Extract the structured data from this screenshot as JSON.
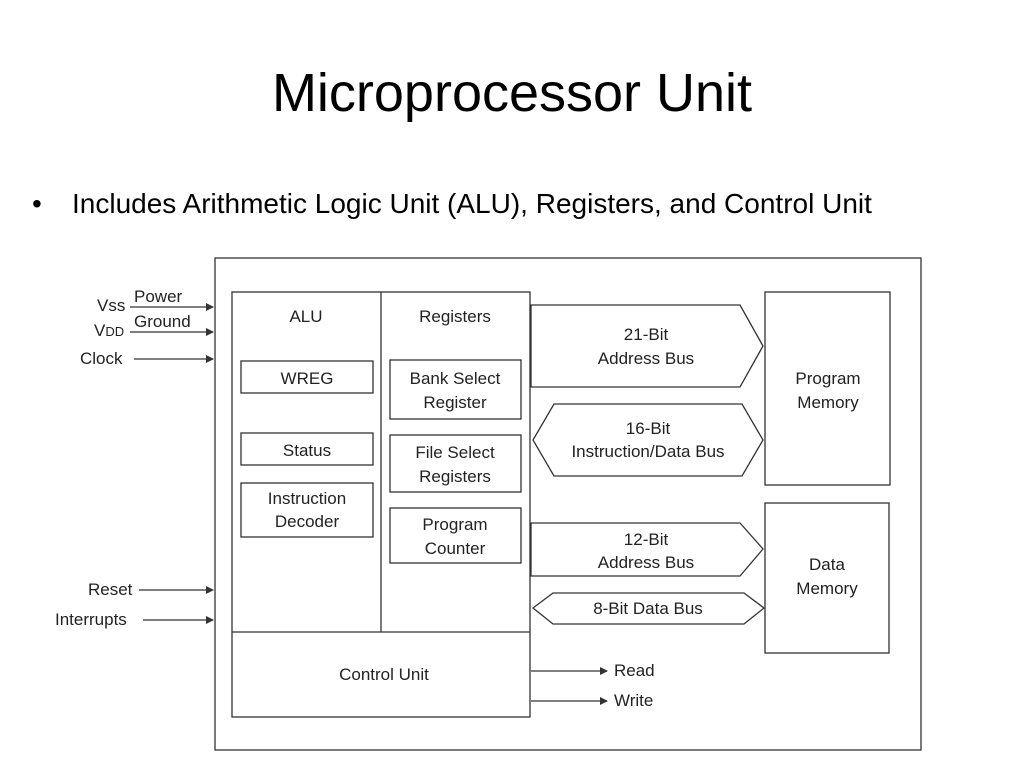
{
  "slide": {
    "title": "Microprocessor Unit",
    "bullet": "Includes Arithmetic Logic Unit (ALU), Registers, and Control Unit"
  },
  "diagram": {
    "inputs": {
      "vss": "Vss",
      "vdd_prefix": "V",
      "vdd_sub": "DD",
      "power": "Power",
      "ground": "Ground",
      "clock": "Clock",
      "reset": "Reset",
      "interrupts": "Interrupts"
    },
    "alu": {
      "label": "ALU",
      "wreg": "WREG",
      "status": "Status",
      "decoder_line1": "Instruction",
      "decoder_line2": "Decoder"
    },
    "registers": {
      "label": "Registers",
      "bank_line1": "Bank Select",
      "bank_line2": "Register",
      "file_line1": "File Select",
      "file_line2": "Registers",
      "pc_line1": "Program",
      "pc_line2": "Counter"
    },
    "control_unit": "Control Unit",
    "outputs": {
      "read": "Read",
      "write": "Write"
    },
    "buses": {
      "address21_line1": "21-Bit",
      "address21_line2": "Address Bus",
      "instr16_line1": "16-Bit",
      "instr16_line2": "Instruction/Data Bus",
      "address12_line1": "12-Bit",
      "address12_line2": "Address Bus",
      "data8": "8-Bit Data Bus"
    },
    "program_memory_line1": "Program",
    "program_memory_line2": "Memory",
    "data_memory_line1": "Data",
    "data_memory_line2": "Memory"
  }
}
